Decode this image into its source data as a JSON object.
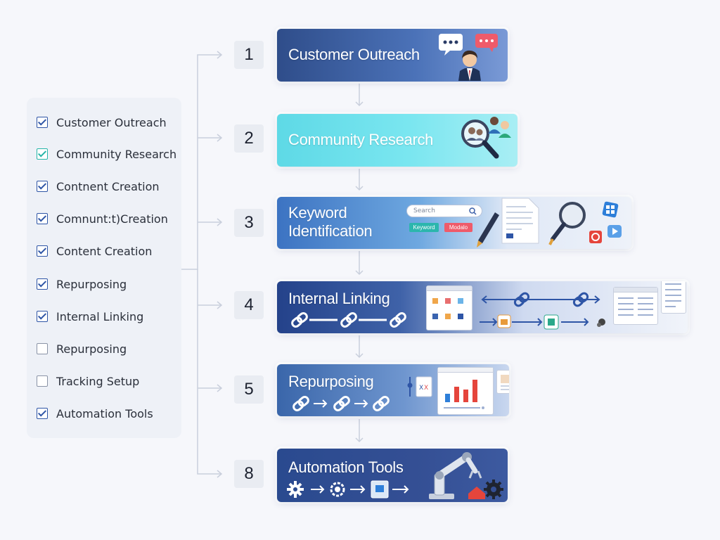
{
  "checklist": {
    "items": [
      {
        "label": "Customer Outreach",
        "checked": true,
        "color": "#2e55a6"
      },
      {
        "label": "Community Research",
        "checked": true,
        "color": "#26b5a8"
      },
      {
        "label": "Contnent Creation",
        "checked": true,
        "color": "#2e55a6"
      },
      {
        "label": "Comnunt:t)Creation",
        "checked": true,
        "color": "#2e55a6"
      },
      {
        "label": "Content Creation",
        "checked": true,
        "color": "#2e55a6"
      },
      {
        "label": "Repurposing",
        "checked": true,
        "color": "#2e55a6"
      },
      {
        "label": "Internal Linking",
        "checked": true,
        "color": "#2e55a6"
      },
      {
        "label": "Repurposing",
        "checked": false,
        "color": "#8a93a6"
      },
      {
        "label": "Tracking Setup",
        "checked": false,
        "color": "#8a93a6"
      },
      {
        "label": "Automation Tools",
        "checked": true,
        "color": "#2e55a6"
      }
    ]
  },
  "steps": [
    {
      "number": "1",
      "title": "Customer Outreach",
      "icon": "businessman-chat-icon"
    },
    {
      "number": "2",
      "title": "Community Research",
      "icon": "magnifier-people-icon"
    },
    {
      "number": "3",
      "title_line1": "Keyword",
      "title_line2": "Identification",
      "icon": "keyword-search-icon"
    },
    {
      "number": "4",
      "title": "Internal Linking",
      "icon": "link-chain-icon"
    },
    {
      "number": "5",
      "title": "Repurposing",
      "icon": "bar-chart-icon"
    },
    {
      "number": "8",
      "title": "Automation Tools",
      "icon": "robot-arm-icon"
    }
  ],
  "keyword_card": {
    "search_placeholder": "Search",
    "tag1": "Keyword",
    "tag2": "Modalo"
  },
  "colors": {
    "accent_blue": "#2e55a6",
    "accent_teal": "#26b5a8"
  }
}
